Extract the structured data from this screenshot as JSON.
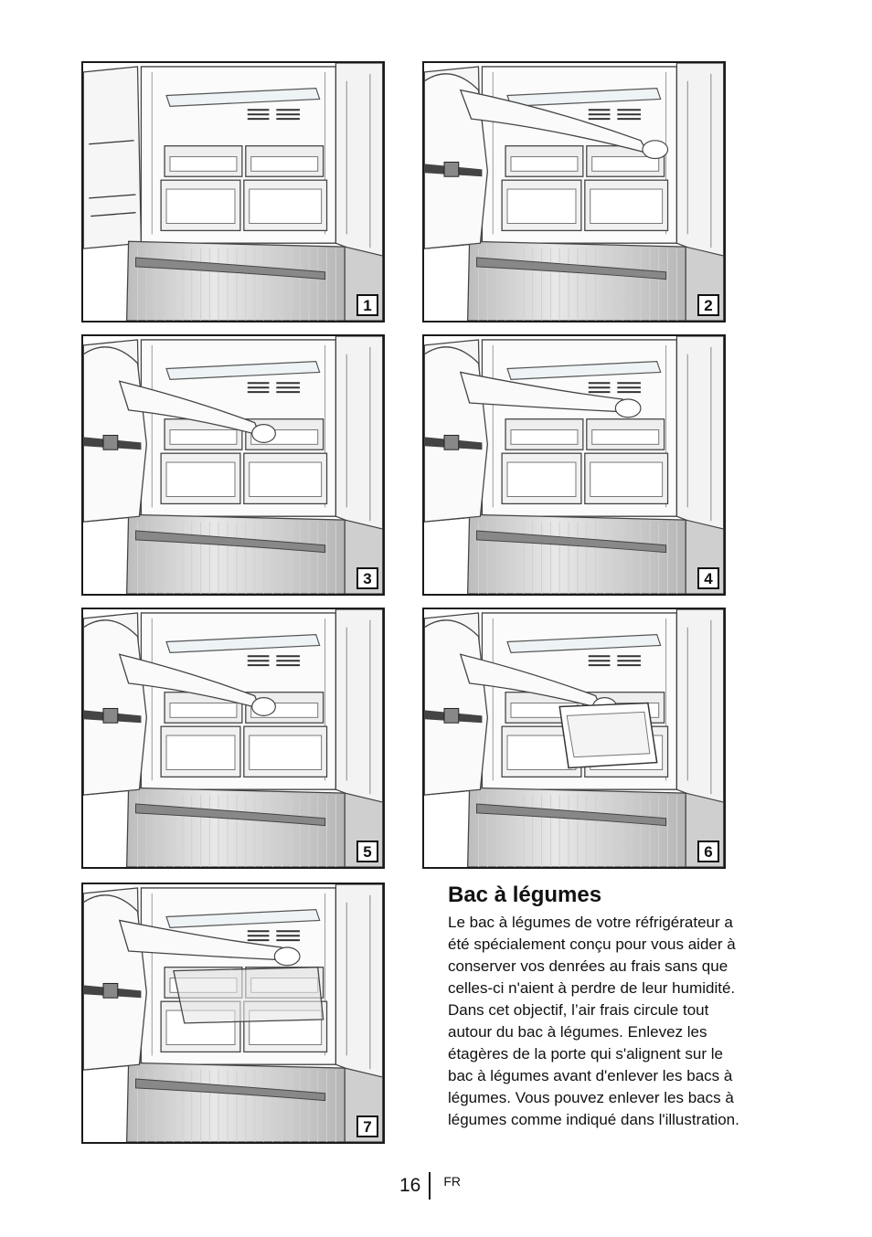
{
  "panels": [
    {
      "number": "1",
      "scene": "open-fridge-door-shelf"
    },
    {
      "number": "2",
      "scene": "person-lifting-door-shelf"
    },
    {
      "number": "3",
      "scene": "person-removing-shelf"
    },
    {
      "number": "4",
      "scene": "person-lifting-glass-shelf"
    },
    {
      "number": "5",
      "scene": "person-reaching-crisper"
    },
    {
      "number": "6",
      "scene": "person-tilting-crisper-drawer"
    },
    {
      "number": "7",
      "scene": "person-removing-crisper-drawer"
    }
  ],
  "section": {
    "title": "Bac à légumes",
    "lines": [
      "Le bac à légumes de votre réfrigérateur a",
      "été spécialement conçu pour vous aider à",
      "conserver vos denrées au frais sans que",
      "celles-ci n'aient à perdre de leur humidité.",
      "Dans cet objectif, l’air frais circule tout",
      "autour du bac à légumes. Enlevez les",
      "étagères de la porte qui s'alignent sur le",
      "bac à légumes avant d'enlever les bacs à",
      "légumes.  Vous pouvez enlever les bacs à",
      "légumes comme indiqué dans l'illustration."
    ]
  },
  "footer": {
    "page_number": "16",
    "language": "FR"
  }
}
